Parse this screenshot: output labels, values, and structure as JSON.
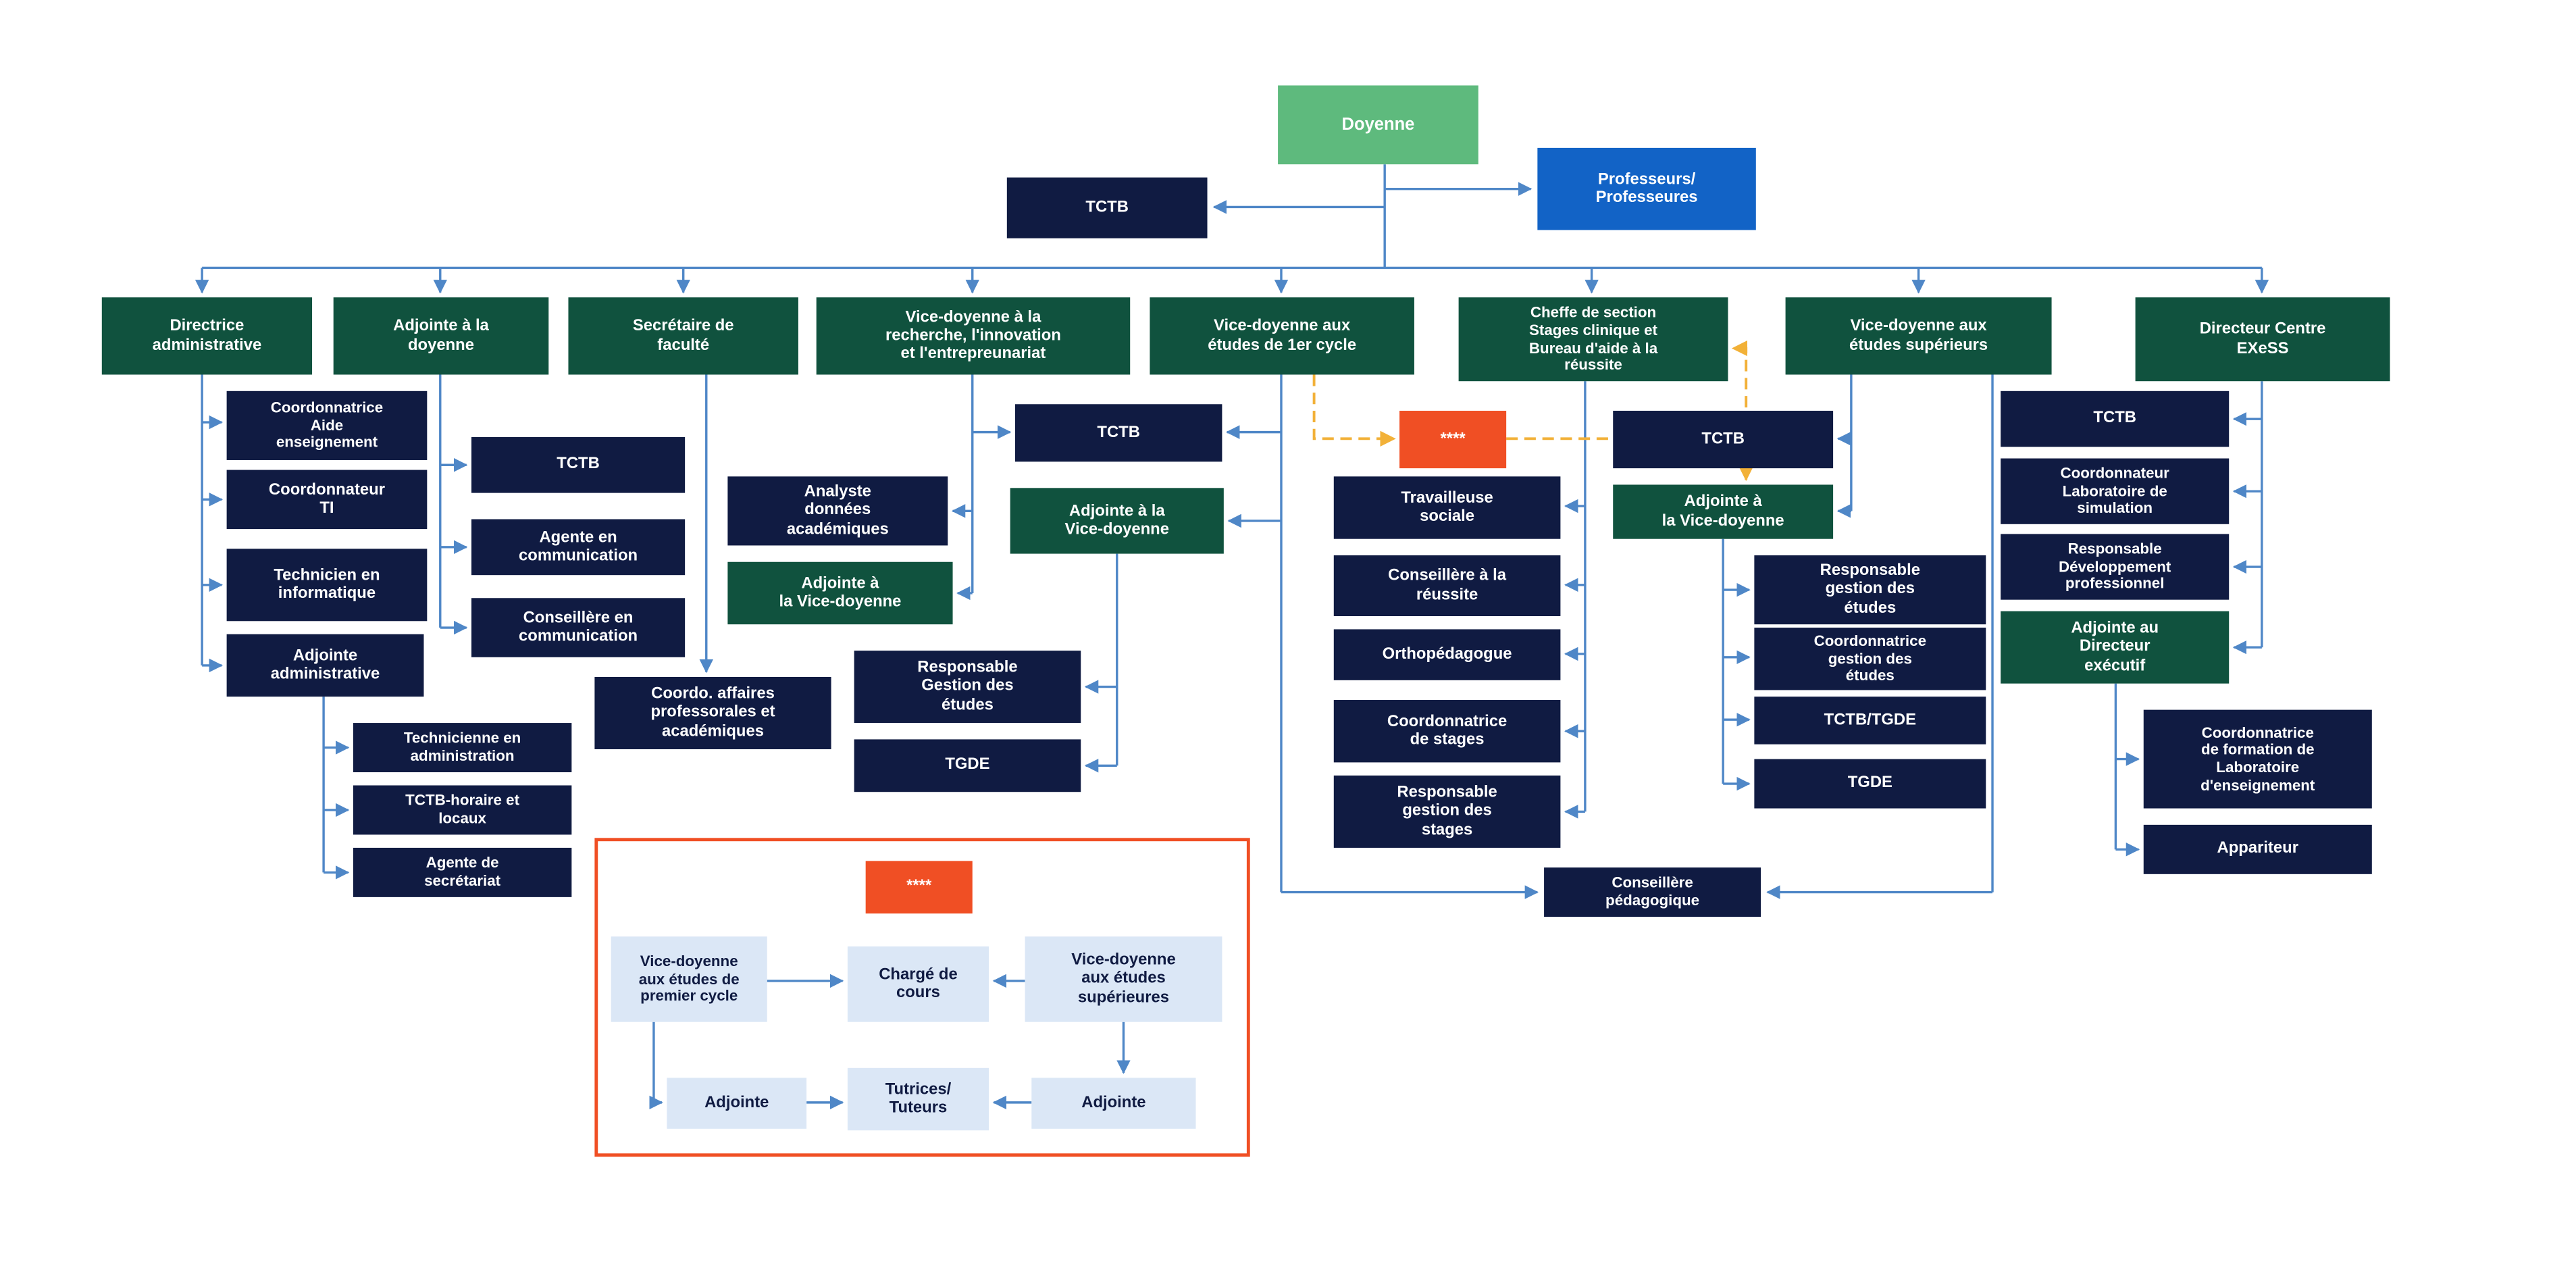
{
  "title": "Organigramme de faculté",
  "colors": {
    "doyenne_green": "#5eba7d",
    "professeurs_blue": "#1263c6",
    "direction_teal": "#10523e",
    "staff_navy": "#101b42",
    "stars_orange": "#f04f24",
    "legend_light_blue": "#dbe7f6",
    "connector_blue": "#4f87c7",
    "connector_dashed_gold": "#f2b138",
    "legend_border_orange": "#f04f24"
  },
  "nodes": {
    "doyenne": "Doyenne",
    "tctb_top": "TCTB",
    "professeurs": "Professeurs/\nProfesseures",
    "directrice_adm": "Directrice\nadministrative",
    "adjointe_doyenne": "Adjointe à la\ndoyenne",
    "secretaire": "Secrétaire de\nfaculté",
    "vd_recherche": "Vice-doyenne à la\nrecherche, l'innovation\net l'entrepreunariat",
    "vd_1c": "Vice-doyenne aux\nétudes de 1er cycle",
    "cheffe": "Cheffe de section\nStages clinique et\nBureau d'aide à la\nréussite",
    "vd_sup": "Vice-doyenne aux\nétudes supérieurs",
    "dir_exess": "Directeur Centre\nEXeSS",
    "coord_aide": "Coordonnatrice\nAide\nenseignement",
    "coord_ti": "Coordonnateur\nTI",
    "tech_info": "Technicien en\ninformatique",
    "adj_adm": "Adjointe\nadministrative",
    "tech_admin": "Technicienne en\nadministration",
    "tctb_horaire": "TCTB-horaire et\nlocaux",
    "agente_secr": "Agente de\nsecrétariat",
    "tctb_adj": "TCTB",
    "agente_comm": "Agente en\ncommunication",
    "cons_comm": "Conseillère en\ncommunication",
    "coordo_affaires": "Coordo. affaires\nprofessorales et\nacadémiques",
    "analyste": "Analyste\ndonnées\nacadémiques",
    "adj_vd_rech": "Adjointe à\nla Vice-doyenne",
    "tctb_1c": "TCTB",
    "adj_vd_1c": "Adjointe à la\nVice-doyenne",
    "resp_gestion_1c": "Responsable\nGestion des\nétudes",
    "tgde_1c": "TGDE",
    "stars_main": "****",
    "trav_sociale": "Travailleuse\nsociale",
    "cons_reussite": "Conseillère à la\nréussite",
    "orthopedagogue": "Orthopédagogue",
    "coord_stages": "Coordonnatrice\nde stages",
    "resp_stages": "Responsable\ngestion des\nstages",
    "tctb_sup": "TCTB",
    "adj_vd_sup": "Adjointe à\nla Vice-doyenne",
    "resp_gestion_sup": "Responsable\ngestion des\nétudes",
    "coord_gestion_sup": "Coordonnatrice\ngestion des\nétudes",
    "tctb_tgde": "TCTB/TGDE",
    "tgde_sup": "TGDE",
    "tctb_exess": "TCTB",
    "coord_lab_sim": "Coordonnateur\nLaboratoire de\nsimulation",
    "resp_dev_prof": "Responsable\nDéveloppement\nprofessionnel",
    "adj_dir_exec": "Adjointe au\nDirecteur\nexécutif",
    "coord_formation": "Coordonnatrice\nde formation de\nLaboratoire\nd'enseignement",
    "appariteur": "Appariteur",
    "cons_pedagogique": "Conseillère\npédagogique"
  },
  "legend": {
    "stars": "****",
    "vd_premier_cycle": "Vice-doyenne\naux études de\npremier cycle",
    "charge_cours": "Chargé de\ncours",
    "vd_superieures": "Vice-doyenne\naux études\nsupérieures",
    "adjointe_gauche": "Adjointe",
    "tutrices_tuteurs": "Tutrices/\nTuteurs",
    "adjointe_droite": "Adjointe"
  }
}
